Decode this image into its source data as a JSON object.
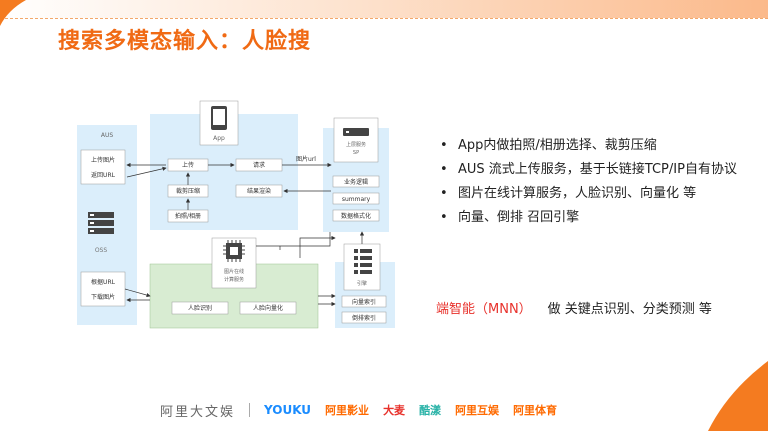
{
  "title": "搜索多模态输入：人脸搜",
  "diagram": {
    "aus": {
      "title": "AUS",
      "upload_image": "上传图片",
      "return_url": "返回URL",
      "oss": "OSS",
      "by_url": "根据URL",
      "download_image": "下载图片"
    },
    "app": {
      "app_label": "App",
      "upload": "上传",
      "request": "请求",
      "crop_compress": "裁剪压缩",
      "shoot_album": "拍照/相册",
      "result_render": "结果渲染",
      "image_url": "图片url"
    },
    "sp": {
      "title_line1": "上层服务",
      "title_line2": "SP",
      "business_logic": "业务逻辑",
      "summary": "summary",
      "data_format": "数据格式化"
    },
    "compute": {
      "title_line1": "图片在线",
      "title_line2": "计算服务",
      "face_recog": "人脸识别",
      "face_vector": "人脸向量化"
    },
    "engine": {
      "title": "引擎",
      "vector_index": "向量索引",
      "inverted_index": "倒排索引"
    }
  },
  "bullets": [
    "App内做拍照/相册选择、裁剪压缩",
    "AUS 流式上传服务，基于长链接TCP/IP自有协议",
    "图片在线计算服务，人脸识别、向量化 等",
    "向量、倒排 召回引擎"
  ],
  "edge": {
    "highlight": "端智能（MNN）",
    "rest": "做 关键点识别、分类预测 等"
  },
  "footer": [
    "阿里大文娱",
    "YOUKU",
    "阿里影业",
    "大麦",
    "酷漾",
    "阿里互娱",
    "阿里体育"
  ],
  "colors": {
    "accent": "#f06a14",
    "edge_red": "#e8322c",
    "blue_box": "#dbeefb",
    "green_box": "#d8ecd2"
  }
}
